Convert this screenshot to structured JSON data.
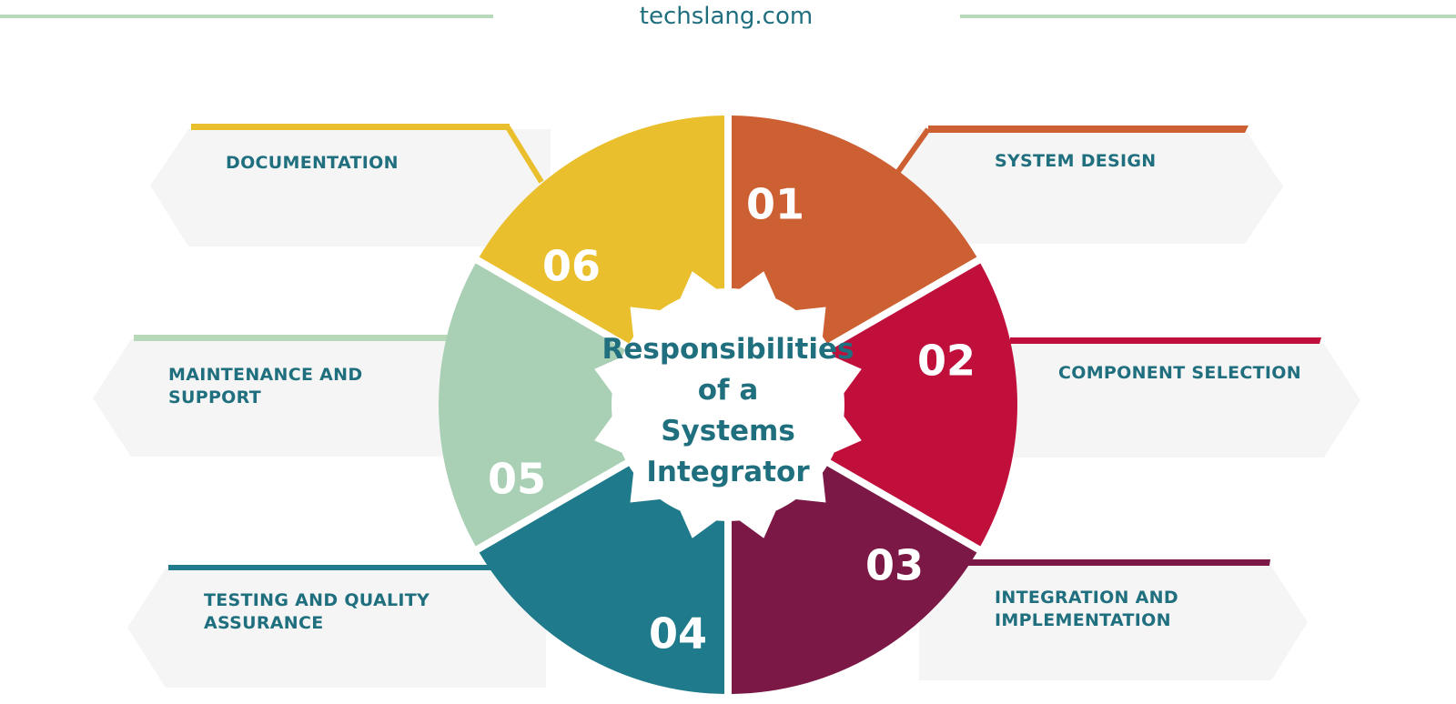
{
  "site": {
    "title": "techslang.com"
  },
  "center": {
    "lines": [
      "Responsibilities",
      "of a",
      "Systems",
      "Integrator"
    ]
  },
  "segments": [
    {
      "number": "01",
      "label": "SYSTEM DESIGN",
      "color": "#cd6033"
    },
    {
      "number": "02",
      "label": "COMPONENT SELECTION",
      "color": "#c10f3c"
    },
    {
      "number": "03",
      "label": "INTEGRATION AND\nIMPLEMENTATION",
      "color": "#7b1845"
    },
    {
      "number": "04",
      "label": "TESTING AND QUALITY\nASSURANCE",
      "color": "#1f7b8c"
    },
    {
      "number": "05",
      "label": "MAINTENANCE AND\nSUPPORT",
      "color": "#a9d0b4"
    },
    {
      "number": "06",
      "label": "DOCUMENTATION",
      "color": "#eabf2d"
    }
  ],
  "colors": {
    "text": "#1f6f7f",
    "panel_bg": "#f5f5f5",
    "header_line": "#b7d8b9"
  }
}
